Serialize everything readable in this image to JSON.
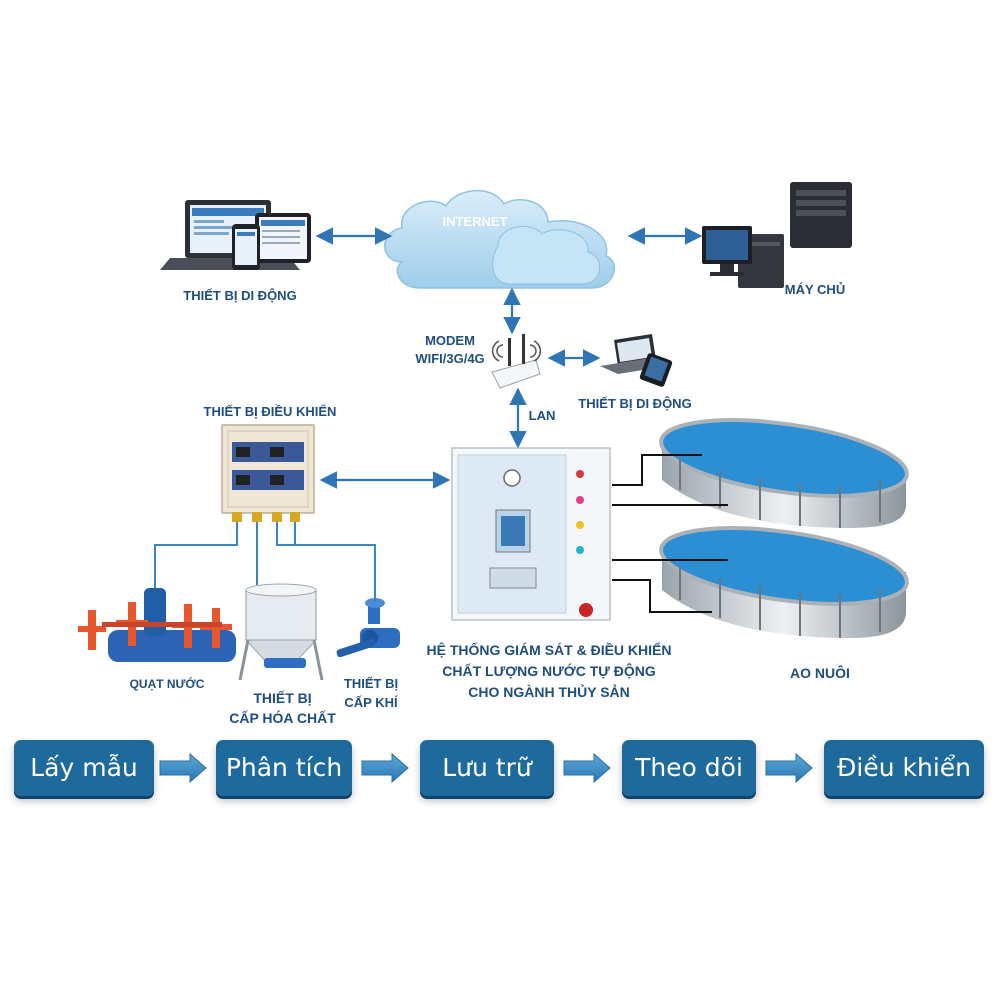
{
  "nodes": {
    "internet": "INTERNET",
    "mobile_devices_top": "THIẾT BỊ DI ĐỘNG",
    "server": "MÁY CHỦ",
    "modem_line1": "MODEM",
    "modem_line2": "WIFI/3G/4G",
    "mobile_devices_mid": "THIẾT BỊ DI ĐỘNG",
    "lan": "LAN",
    "controller": "THIẾT BỊ  ĐIỀU KHIỂN",
    "system_line1": "HỆ THỐNG GIÁM SÁT & ĐIỀU KHIỂN",
    "system_line2": "CHẤT LƯỢNG NƯỚC TỰ ĐỘNG",
    "system_line3": "CHO NGÀNH THỦY SẢN",
    "ponds": "AO NUÔI",
    "aerator": "QUẠT NƯỚC",
    "chem_line1": "THIẾT BỊ",
    "chem_line2": "CẤP HÓA CHẤT",
    "air_line1": "THIẾT BỊ",
    "air_line2": "CẤP KHÍ"
  },
  "process_steps": [
    "Lấy mẫu",
    "Phân tích",
    "Lưu trữ",
    "Theo dõi",
    "Điều khiển"
  ],
  "colors": {
    "label_text": "#1d4e7e",
    "step_box": "#1f6a9c",
    "arrow": "#2f74b5",
    "connector": "#3a86bf",
    "cloud": "#b9dcf2",
    "pond_water": "#2c8fd3",
    "aerator": "#e8562b"
  }
}
